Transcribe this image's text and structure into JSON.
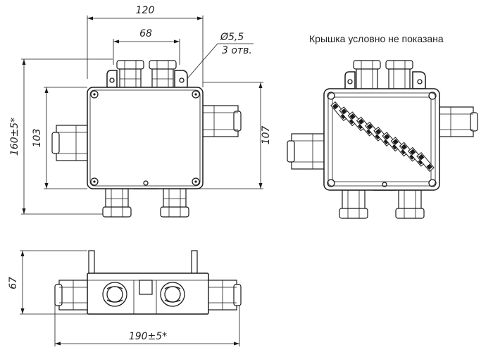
{
  "dimensions": {
    "width_top": "120",
    "gland_spacing": "68",
    "hole_dia": "Ø5,5",
    "hole_count": "3 отв.",
    "height_overall": "160±5*",
    "height_body": "103",
    "height_right": "107",
    "depth": "67",
    "length_overall": "190±5*"
  },
  "note": "Крышка условно не показана"
}
